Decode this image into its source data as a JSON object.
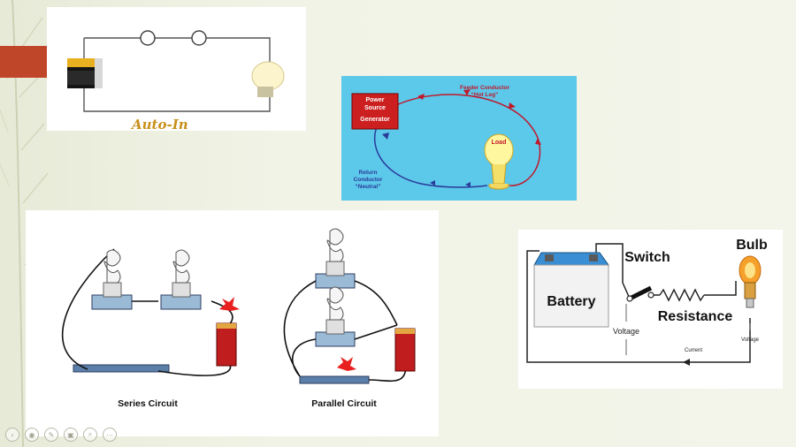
{
  "card1": {
    "watermark": "Auto-In"
  },
  "card2": {
    "power_source": [
      "Power",
      "Source",
      "Generator"
    ],
    "feeder": [
      "Feeder Conductor",
      "“Hot Leg”"
    ],
    "load": "Load",
    "return": [
      "Return",
      "Conductor",
      "“Neutral”"
    ]
  },
  "card3": {
    "series_label": "Series Circuit",
    "parallel_label": "Parallel Circuit"
  },
  "card4": {
    "battery": "Battery",
    "switch": "Switch",
    "bulb": "Bulb",
    "resistance": "Resistance",
    "voltage_left": "Voltage",
    "voltage_right": "Voltage",
    "current": "Current"
  },
  "nav": {
    "buttons": [
      "‹",
      "◉",
      "✎",
      "▣",
      "⌕",
      "⋯"
    ]
  },
  "colors": {
    "accent": "#c0462a",
    "diagram_bg": "#5cc8ea",
    "wire_red": "#c0182a",
    "wire_blue": "#2a3a9a",
    "power_box": "#cc1f1f"
  }
}
